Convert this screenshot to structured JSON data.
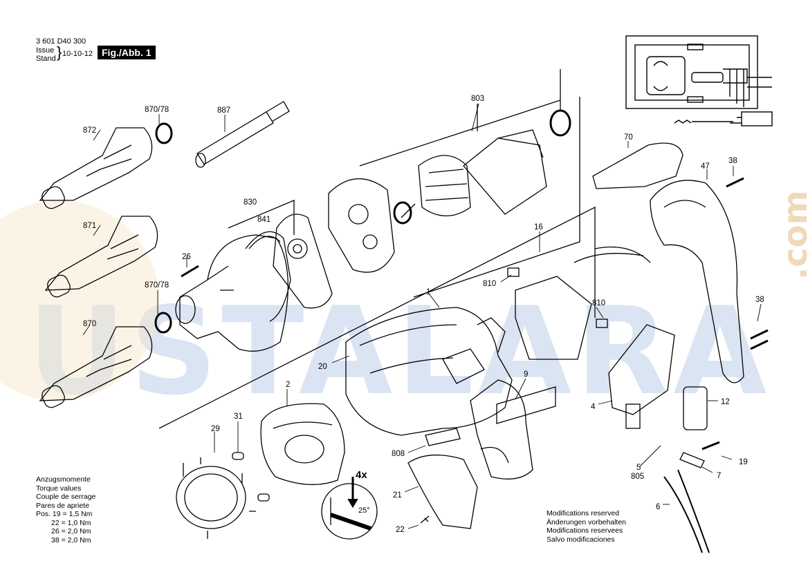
{
  "header": {
    "doc_number": "3 601 D40 300",
    "issue_label": "Issue",
    "stand_label": "Stand",
    "issue_date": "10-10-12",
    "figure_label": "Fig./Abb. 1"
  },
  "torque_table": {
    "title_de": "Anzugsmomente",
    "title_en": "Torque values",
    "title_fr": "Couple de serrage",
    "title_es": "Pares de apriete",
    "rows": [
      "Pos. 19 = 1,5 Nm",
      "22 = 1,0 Nm",
      "26 = 2,0 Nm",
      "38 = 2,0 Nm"
    ]
  },
  "modifications": {
    "en": "Modifications reserved",
    "de": "Änderungen vorbehalten",
    "fr": "Modifications reservees",
    "es": "Salvo modificaciones"
  },
  "detail_callout": {
    "multiplier": "4x",
    "angle": "25°"
  },
  "watermark": {
    "text": "USTALARA",
    "suffix": ".com",
    "color": "#c9d7e9"
  },
  "part_labels": {
    "p872": "872",
    "p871": "871",
    "p870": "870",
    "p870_78_top": "870/78",
    "p870_78_bot": "870/78",
    "p887": "887",
    "p830": "830",
    "p841": "841",
    "p26": "26",
    "p803": "803",
    "p70": "70",
    "p47": "47",
    "p38_top": "38",
    "p38_bot": "38",
    "p16": "16",
    "p810_left": "810",
    "p810_right": "810",
    "p1": "1",
    "p20": "20",
    "p9": "9",
    "p2": "2",
    "p29": "29",
    "p31": "31",
    "p808": "808",
    "p21": "21",
    "p22": "22",
    "p4": "4",
    "p12": "12",
    "p19": "19",
    "p7": "7",
    "p5": "5",
    "p805": "805",
    "p6": "6"
  }
}
